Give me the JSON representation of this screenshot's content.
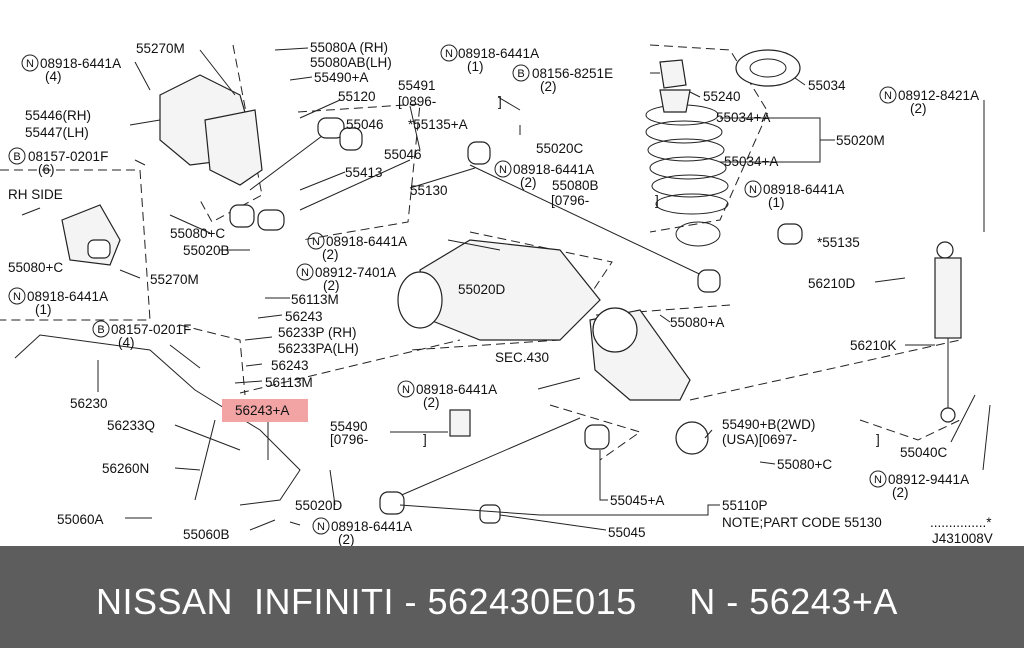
{
  "labels": {
    "l01": "55270M",
    "l02": "55080A (RH)",
    "l03": "55080AB(LH)",
    "l04": "08918-6441A",
    "l05": "(1)",
    "l06": "08156-8251E",
    "l07": "(2)",
    "l08": "55034",
    "l09": "08918-6441A",
    "l10": "(4)",
    "l11": "55490+A",
    "l12": "55491",
    "l13": "55120",
    "l14": "[0896-",
    "l15": "]",
    "l16": "55240",
    "l17": "08912-8421A",
    "l18": "(2)",
    "l19": "55446(RH)",
    "l20": "55447(LH)",
    "l21": "55046",
    "l22": "*55135+A",
    "l23": "55034+A",
    "l24": "55020M",
    "l25": "08157-0201F",
    "l26": "(6)",
    "l27": "55020C",
    "l28": "55046",
    "l29": "08918-6441A",
    "l30": "(2)",
    "l31": "55034+A",
    "l32": "55413",
    "l33": "55080B",
    "l34": "RH SIDE",
    "l35": "55130",
    "l36": "[0796-",
    "l37": "]",
    "l38": "08918-6441A",
    "l39": "(1)",
    "l40": "55080+C",
    "l41": "55020B",
    "l42": "08918-6441A",
    "l43": "(2)",
    "l44": "*55135",
    "l45": "55080+C",
    "l46": "55270M",
    "l47": "08912-7401A",
    "l48": "(2)",
    "l49": "55020D",
    "l50": "56210D",
    "l51": "08918-6441A",
    "l52": "(1)",
    "l53": "56113M",
    "l54": "56243",
    "l55": "55080+A",
    "l56": "08157-0201F",
    "l57": "(4)",
    "l58": "56233P (RH)",
    "l59": "56233PA(LH)",
    "l60": "56210K",
    "l61": "SEC.430",
    "l62": "56243",
    "l63": "56113M",
    "l64": "56230",
    "l65": "08918-6441A",
    "l66": "(2)",
    "l67": "56243+A",
    "l68": "56233Q",
    "l69": "55490",
    "l70": "[0796-",
    "l71": "]",
    "l72": "55490+B(2WD)",
    "l73": "(USA)[0697-",
    "l74": "]",
    "l75": "55040C",
    "l76": "56260N",
    "l77": "55080+C",
    "l78": "08912-9441A",
    "l79": "(2)",
    "l80": "55020D",
    "l81": "55045+A",
    "l82": "55110P",
    "l83": "55060A",
    "l84": "55060B",
    "l85": "08918-6441A",
    "l86": "(2)",
    "l87": "55045",
    "l88": "NOTE;PART CODE 55130",
    "l89": "...............*",
    "l90": "J431008V"
  },
  "circled_letters": {
    "n": "N",
    "b": "B"
  },
  "highlight_color": "#f2a3a3",
  "footer": {
    "text": "NISSAN  INFINITI - 562430E015     N - 56243+A",
    "background": "#5d5d5d",
    "color": "#ffffff"
  }
}
